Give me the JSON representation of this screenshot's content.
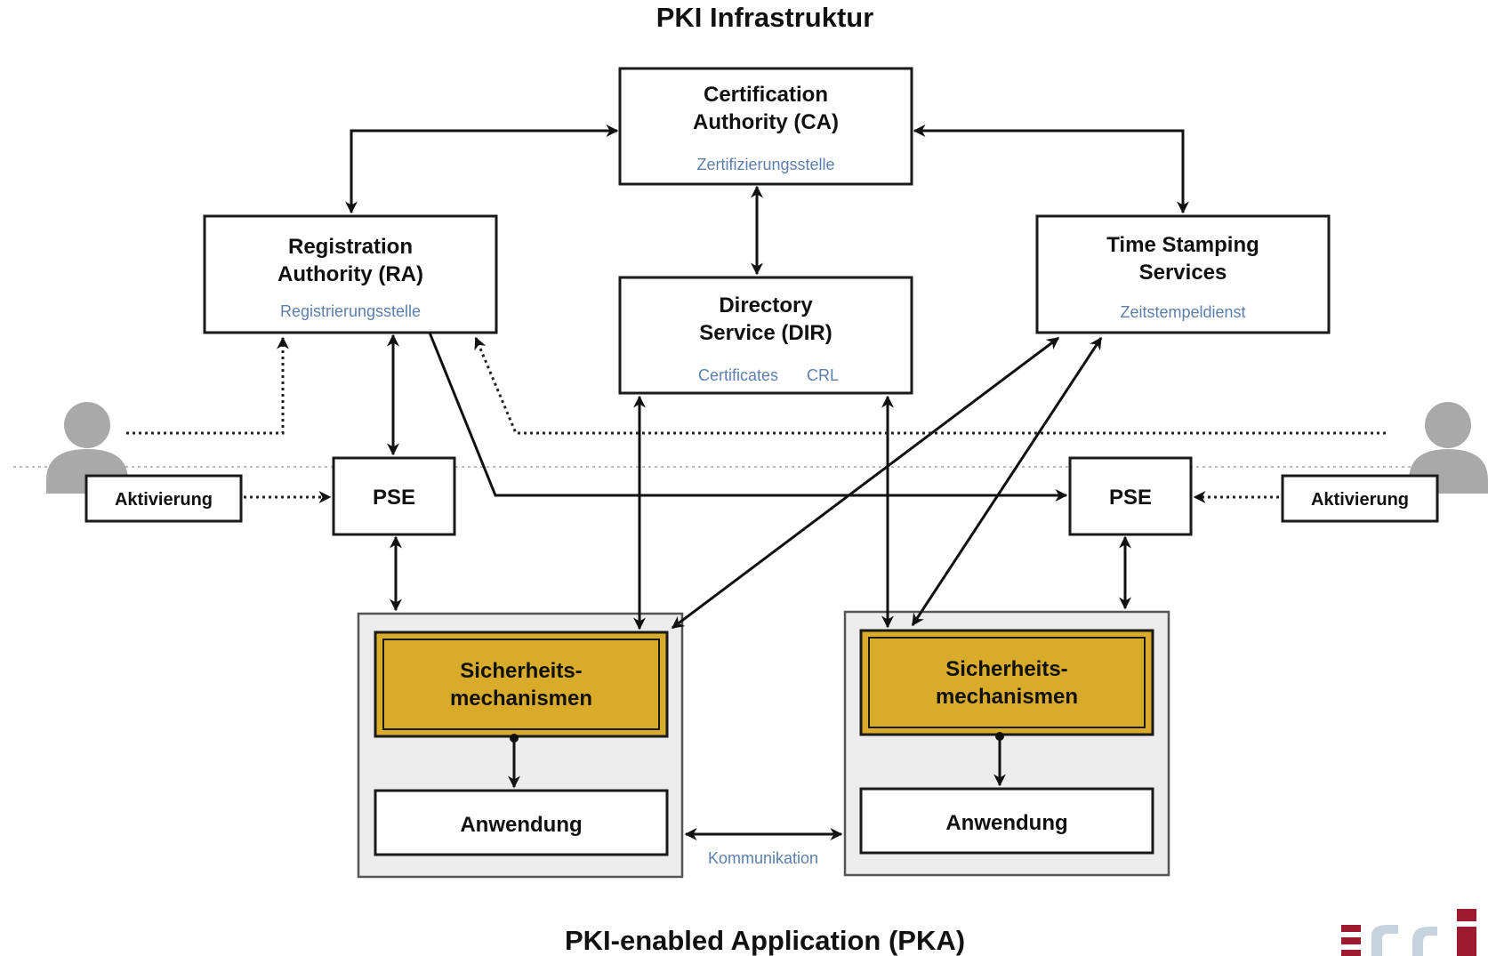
{
  "title_top": "PKI Infrastruktur",
  "title_bottom": "PKI-enabled Application (PKA)",
  "ca": {
    "title_line1": "Certification",
    "title_line2": "Authority (CA)",
    "subtitle": "Zertifizierungsstelle"
  },
  "ra": {
    "title_line1": "Registration",
    "title_line2": "Authority (RA)",
    "subtitle": "Registrierungsstelle"
  },
  "dir": {
    "title_line1": "Directory",
    "title_line2": "Service (DIR)",
    "sub_certificates": "Certificates",
    "sub_crl": "CRL"
  },
  "tss": {
    "title_line1": "Time Stamping",
    "title_line2": "Services",
    "subtitle": "Zeitstempeldienst"
  },
  "left": {
    "pse": "PSE",
    "aktivierung": "Aktivierung",
    "sicherheit_line1": "Sicherheits-",
    "sicherheit_line2": "mechanismen",
    "anwendung": "Anwendung"
  },
  "right": {
    "pse": "PSE",
    "aktivierung": "Aktivierung",
    "sicherheit_line1": "Sicherheits-",
    "sicherheit_line2": "mechanismen",
    "anwendung": "Anwendung"
  },
  "kommunikation": "Kommunikation",
  "colors": {
    "accent_gold": "#d9ab2a",
    "container_gray": "#ececec",
    "subtitle_blue": "#5d7fae",
    "user_gray": "#a9a9a9",
    "logo_red": "#9b1b30",
    "logo_blue": "#c8d3e0"
  },
  "icons": [
    "user-icon",
    "user-icon",
    "ifsi-logo"
  ]
}
